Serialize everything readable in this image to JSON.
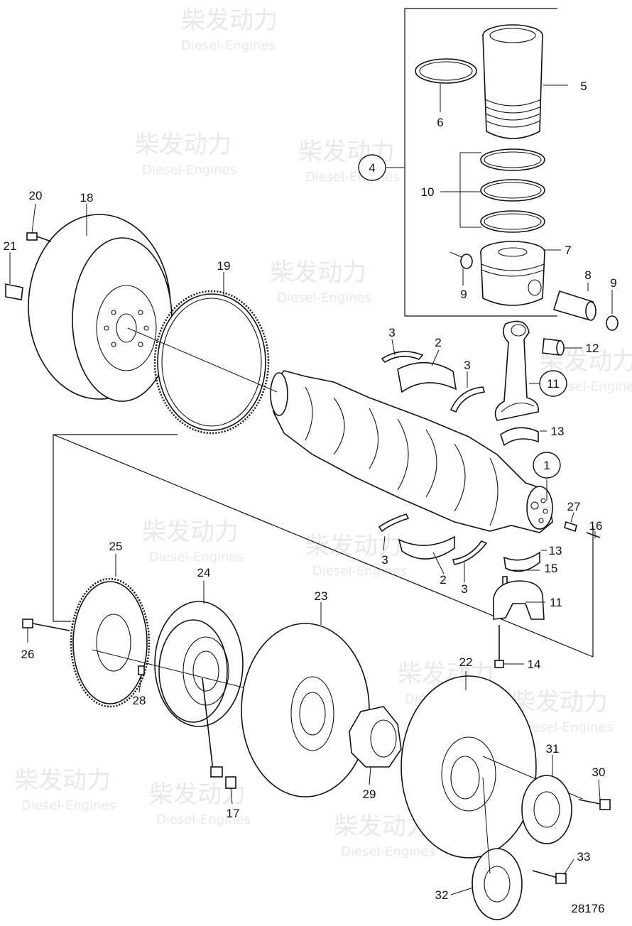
{
  "watermark": {
    "brand_cn": "柴发动力",
    "brand_en": "Diesel-Engines"
  },
  "figure_number": "28176",
  "callouts": {
    "c1": "1",
    "c2a": "2",
    "c2b": "2",
    "c3a": "3",
    "c3b": "3",
    "c3c": "3",
    "c3d": "3",
    "c4": "4",
    "c5": "5",
    "c6": "6",
    "c7": "7",
    "c8": "8",
    "c9a": "9",
    "c9b": "9",
    "c10": "10",
    "c11a": "11",
    "c11b": "11",
    "c12": "12",
    "c13a": "13",
    "c13b": "13",
    "c14": "14",
    "c15": "15",
    "c16": "16",
    "c17": "17",
    "c18": "18",
    "c19": "19",
    "c20": "20",
    "c21": "21",
    "c22": "22",
    "c23": "23",
    "c24": "24",
    "c25": "25",
    "c26": "26",
    "c27": "27",
    "c28": "28",
    "c29": "29",
    "c30": "30",
    "c31": "31",
    "c32": "32",
    "c33": "33"
  }
}
